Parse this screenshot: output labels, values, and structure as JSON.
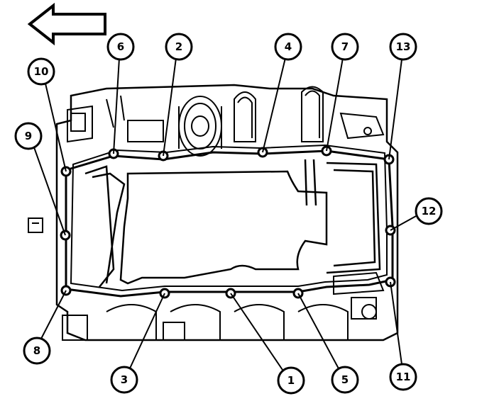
{
  "diagram": {
    "direction_arrow": "arrow-left-icon",
    "callouts": [
      {
        "id": "callout-1",
        "label": "1"
      },
      {
        "id": "callout-2",
        "label": "2"
      },
      {
        "id": "callout-3",
        "label": "3"
      },
      {
        "id": "callout-4",
        "label": "4"
      },
      {
        "id": "callout-5",
        "label": "5"
      },
      {
        "id": "callout-6",
        "label": "6"
      },
      {
        "id": "callout-7",
        "label": "7"
      },
      {
        "id": "callout-8",
        "label": "8"
      },
      {
        "id": "callout-9",
        "label": "9"
      },
      {
        "id": "callout-10",
        "label": "10"
      },
      {
        "id": "callout-11",
        "label": "11"
      },
      {
        "id": "callout-12",
        "label": "12"
      },
      {
        "id": "callout-13",
        "label": "13"
      }
    ],
    "colors": {
      "ink": "#000000",
      "paper": "#ffffff"
    }
  }
}
